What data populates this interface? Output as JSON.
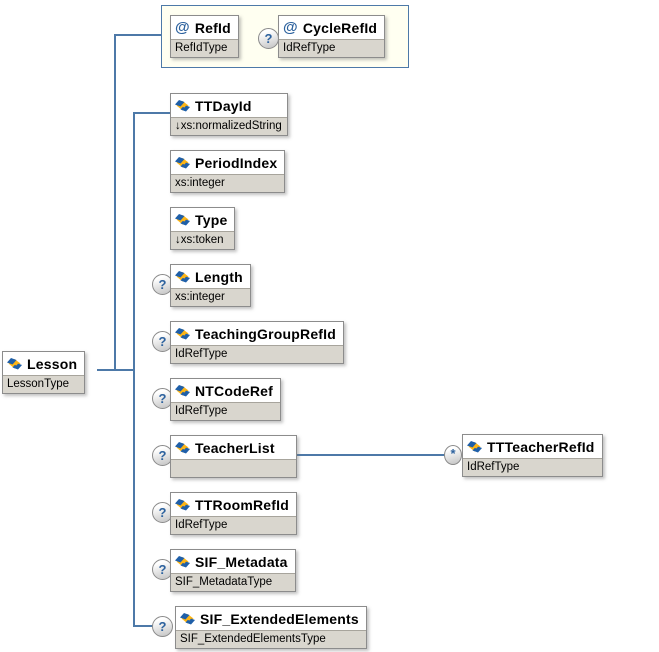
{
  "root": {
    "name": "Lesson",
    "type": "LessonType"
  },
  "attributes_group": {
    "items": [
      {
        "prefix": "@",
        "name": "RefId",
        "type": "RefIdType",
        "occurrence": ""
      },
      {
        "prefix": "@",
        "name": "CycleRefId",
        "type": "IdRefType",
        "occurrence": "?"
      }
    ]
  },
  "children": [
    {
      "name": "TTDayId",
      "type": "↓xs:normalizedString",
      "occurrence": ""
    },
    {
      "name": "PeriodIndex",
      "type": "xs:integer",
      "occurrence": ""
    },
    {
      "name": "Type",
      "type": "↓xs:token",
      "occurrence": ""
    },
    {
      "name": "Length",
      "type": "xs:integer",
      "occurrence": "?"
    },
    {
      "name": "TeachingGroupRefId",
      "type": "IdRefType",
      "occurrence": "?"
    },
    {
      "name": "NTCodeRef",
      "type": "IdRefType",
      "occurrence": "?"
    },
    {
      "name": "TeacherList",
      "type": "",
      "occurrence": "?"
    },
    {
      "name": "TTRoomRefId",
      "type": "IdRefType",
      "occurrence": "?"
    },
    {
      "name": "SIF_Metadata",
      "type": "SIF_MetadataType",
      "occurrence": "?"
    },
    {
      "name": "SIF_ExtendedElements",
      "type": "SIF_ExtendedElementsType",
      "occurrence": "?"
    }
  ],
  "teacherlist_child": {
    "name": "TTTeacherRefId",
    "type": "IdRefType",
    "occurrence": "*"
  },
  "symbols": {
    "optional": "?",
    "repeating": "*",
    "attribute": "@"
  },
  "colors": {
    "connector_line": "#4d79a8",
    "node_border": "#8c8c8c",
    "type_band": "#d9d6ce",
    "attribute_group_bg": "#fffff1",
    "glyph_blue": "#2d629e",
    "icon_yellow": "#fdb515",
    "icon_blue": "#1f5fa8"
  }
}
